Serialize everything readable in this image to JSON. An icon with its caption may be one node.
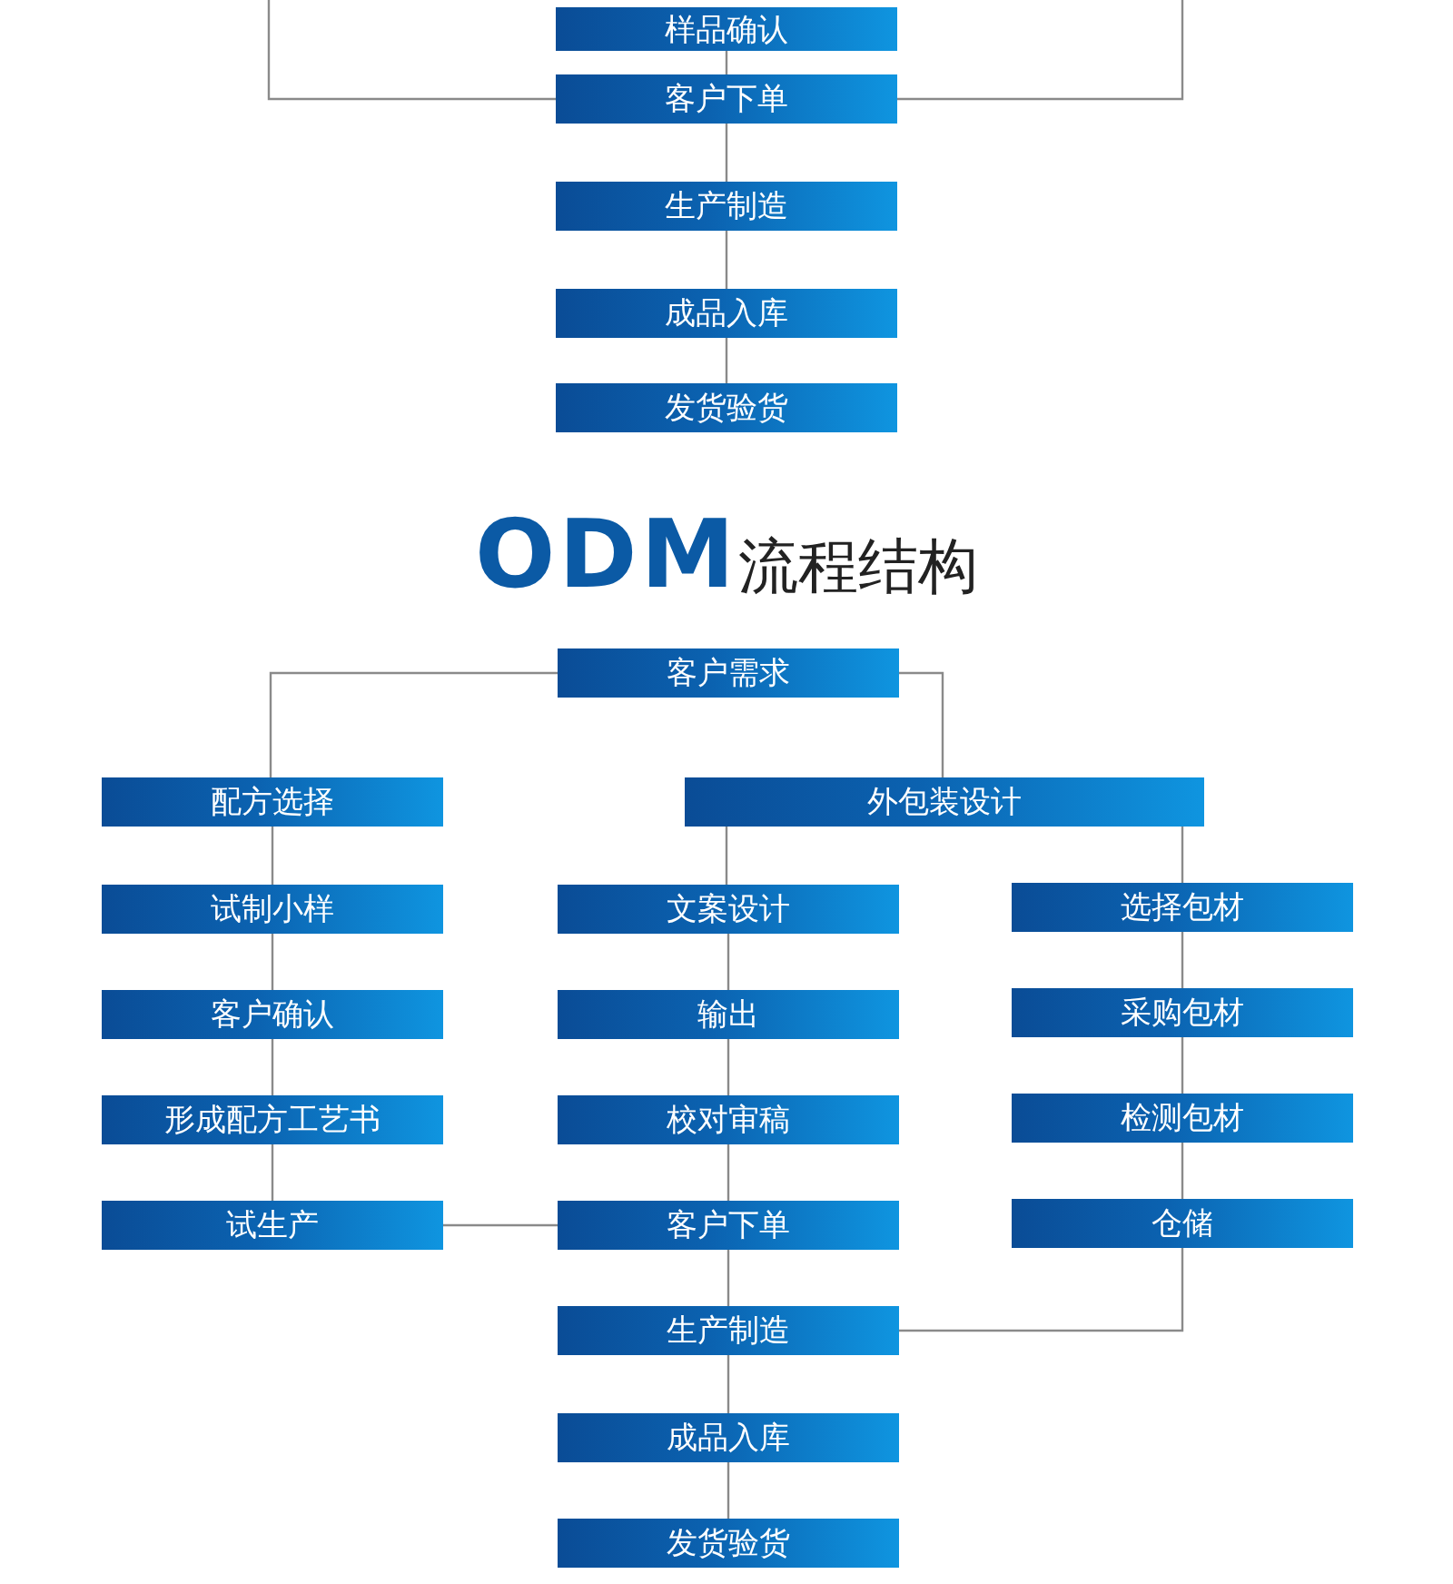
{
  "diagram": {
    "title": "**ODM**流程结构",
    "nodes": [
      {
        "text": [
          "样品确认"
        ]
      },
      {
        "text": [
          "客户下单"
        ]
      },
      {
        "text": [
          "生产制造"
        ]
      },
      {
        "text": [
          "成品入库"
        ]
      },
      {
        "text": [
          "发货验货"
        ]
      },
      {
        "text": [
          "客户需求"
        ]
      },
      {
        "text": [
          "配方选择"
        ]
      },
      {
        "text": [
          "外包装设计"
        ]
      },
      {
        "text": [
          "试制小样"
        ]
      },
      {
        "text": [
          "客户确认"
        ]
      },
      {
        "text": [
          "形成配方工艺书"
        ]
      },
      {
        "text": [
          "试生产"
        ]
      },
      {
        "text": [
          "文案设计"
        ]
      },
      {
        "text": [
          "输出"
        ]
      },
      {
        "text": [
          "校对审稿"
        ]
      },
      {
        "text": [
          "客户下单"
        ]
      },
      {
        "text": [
          "生产制造"
        ]
      },
      {
        "text": [
          "成品入库"
        ]
      },
      {
        "text": [
          "发货验货"
        ]
      },
      {
        "text": [
          "选择包材"
        ]
      },
      {
        "text": [
          "采购包材"
        ]
      },
      {
        "text": [
          "检测包材"
        ]
      },
      {
        "text": [
          "仓储"
        ]
      }
    ],
    "edges": [
      {
        "from": null,
        "to": 1,
        "arrow": "none"
      },
      {
        "from": null,
        "to": 1,
        "arrow": "none"
      },
      {
        "from": 0,
        "to": 1,
        "arrow": "none"
      },
      {
        "from": 1,
        "to": 2,
        "arrow": "none"
      },
      {
        "from": 2,
        "to": 3,
        "arrow": "none"
      },
      {
        "from": 3,
        "to": 4,
        "arrow": "none"
      },
      {
        "from": 5,
        "to": 6,
        "arrow": "none"
      },
      {
        "from": 5,
        "to": 7,
        "arrow": "none"
      },
      {
        "from": 6,
        "to": 8,
        "arrow": "none"
      },
      {
        "from": 8,
        "to": 9,
        "arrow": "none"
      },
      {
        "from": 9,
        "to": 10,
        "arrow": "none"
      },
      {
        "from": 10,
        "to": 11,
        "arrow": "none"
      },
      {
        "from": 11,
        "to": 15,
        "arrow": "none"
      },
      {
        "from": 7,
        "to": 12,
        "arrow": "none"
      },
      {
        "from": 12,
        "to": 13,
        "arrow": "none"
      },
      {
        "from": 13,
        "to": 14,
        "arrow": "none"
      },
      {
        "from": 14,
        "to": 15,
        "arrow": "none"
      },
      {
        "from": 7,
        "to": 19,
        "arrow": "none"
      },
      {
        "from": 19,
        "to": 20,
        "arrow": "none"
      },
      {
        "from": 20,
        "to": 21,
        "arrow": "none"
      },
      {
        "from": 21,
        "to": 22,
        "arrow": "none"
      },
      {
        "from": 22,
        "to": 16,
        "arrow": "none"
      },
      {
        "from": 15,
        "to": 16,
        "arrow": "none"
      },
      {
        "from": 16,
        "to": 17,
        "arrow": "none"
      },
      {
        "from": 17,
        "to": 18,
        "arrow": "none"
      }
    ]
  }
}
